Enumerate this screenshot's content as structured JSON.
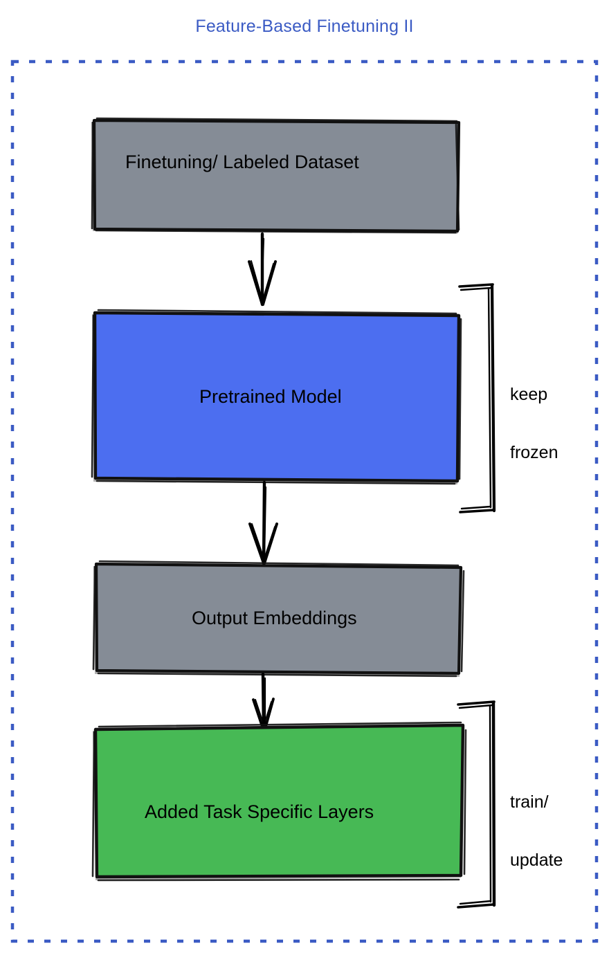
{
  "title": "Feature-Based Finetuning II",
  "theme": {
    "title_color": "#3b5bc4",
    "border_color": "#3b5bc4",
    "page_background": "#ffffff",
    "stroke_color": "#000000",
    "gray_fill": "#858c96",
    "blue_fill": "#4c6ef0",
    "green_fill": "#47b955"
  },
  "flow": {
    "nodes": [
      {
        "id": "dataset",
        "label": "Finetuning/ Labeled Dataset",
        "fill": "#858c96",
        "color_name": "gray"
      },
      {
        "id": "pretrained",
        "label": "Pretrained Model",
        "fill": "#4c6ef0",
        "color_name": "blue"
      },
      {
        "id": "embeddings",
        "label": "Output Embeddings",
        "fill": "#858c96",
        "color_name": "gray"
      },
      {
        "id": "tasklayers",
        "label": "Added Task Specific Layers",
        "fill": "#47b955",
        "color_name": "green"
      }
    ],
    "edges": [
      {
        "from": "dataset",
        "to": "pretrained",
        "label": ""
      },
      {
        "from": "pretrained",
        "to": "embeddings",
        "label": ""
      },
      {
        "from": "embeddings",
        "to": "tasklayers",
        "label": ""
      }
    ],
    "annotations": [
      {
        "id": "keep-frozen",
        "target": "pretrained",
        "line1": "keep",
        "line2": "frozen"
      },
      {
        "id": "train-update",
        "target": "tasklayers",
        "line1": "train/",
        "line2": "update"
      }
    ]
  }
}
